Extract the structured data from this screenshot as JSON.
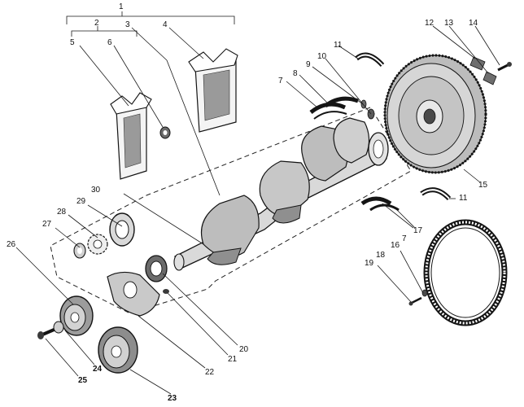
{
  "diagram": {
    "group_labels": {
      "g1": "1",
      "g2": "2"
    },
    "callouts": {
      "c3": "3",
      "c4": "4",
      "c5": "5",
      "c6": "6",
      "c7a": "7",
      "c7b": "7",
      "c8": "8",
      "c9": "9",
      "c10": "10",
      "c11a": "11",
      "c11b": "11",
      "c12": "12",
      "c13": "13",
      "c14": "14",
      "c15": "15",
      "c16": "16",
      "c17": "17",
      "c18": "18",
      "c19": "19",
      "c20": "20",
      "c21": "21",
      "c22": "22",
      "c23": "23",
      "c24": "24",
      "c25": "25",
      "c26": "26",
      "c27": "27",
      "c28": "28",
      "c29": "29",
      "c30": "30"
    },
    "colors": {
      "ink": "#141414",
      "shade": "#8a8a8a",
      "paper": "#ffffff"
    }
  }
}
